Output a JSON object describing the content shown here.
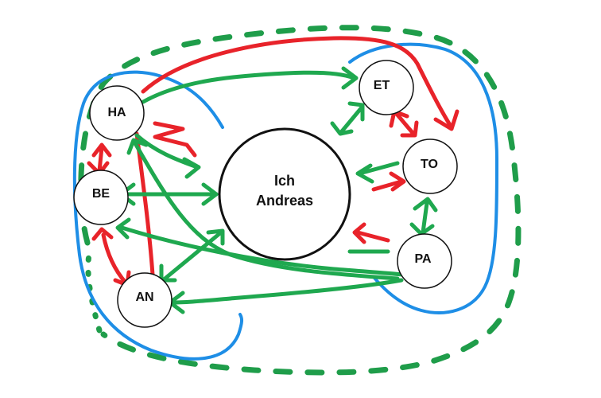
{
  "colors": {
    "red": "#e8232a",
    "green": "#1fa84f",
    "blue": "#1e8ee6",
    "dark_green": "#1f9d4a",
    "outline": "#111111"
  },
  "nodes": {
    "center": {
      "line1": "Ich",
      "line2": "Andreas"
    },
    "ha": {
      "label": "HA"
    },
    "be": {
      "label": "BE"
    },
    "an": {
      "label": "AN"
    },
    "et": {
      "label": "ET"
    },
    "to": {
      "label": "TO"
    },
    "pa": {
      "label": "PA"
    }
  }
}
